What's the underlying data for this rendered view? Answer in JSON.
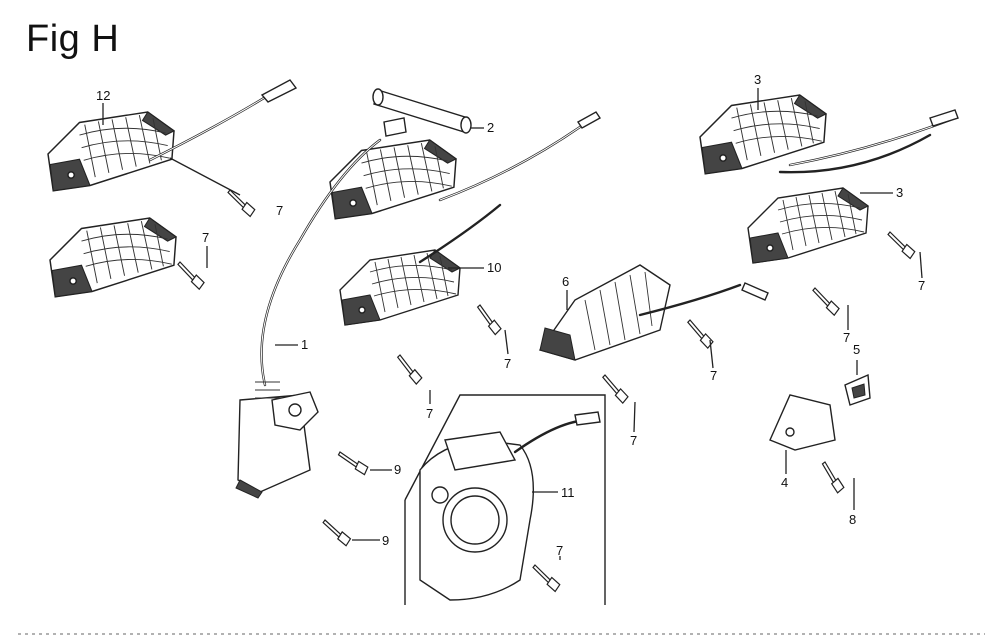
{
  "figure": {
    "title": "Fig H"
  },
  "callouts": [
    {
      "id": "c12",
      "label": "12"
    },
    {
      "id": "c7a",
      "label": "7"
    },
    {
      "id": "c7b",
      "label": "7"
    },
    {
      "id": "c2",
      "label": "2"
    },
    {
      "id": "c10",
      "label": "10"
    },
    {
      "id": "c1",
      "label": "1"
    },
    {
      "id": "c7c",
      "label": "7"
    },
    {
      "id": "c7d",
      "label": "7"
    },
    {
      "id": "c9a",
      "label": "9"
    },
    {
      "id": "c9b",
      "label": "9"
    },
    {
      "id": "c6",
      "label": "6"
    },
    {
      "id": "c7e",
      "label": "7"
    },
    {
      "id": "c7f",
      "label": "7"
    },
    {
      "id": "c3a",
      "label": "3"
    },
    {
      "id": "c3b",
      "label": "3"
    },
    {
      "id": "c7g",
      "label": "7"
    },
    {
      "id": "c7h",
      "label": "7"
    },
    {
      "id": "c5",
      "label": "5"
    },
    {
      "id": "c4",
      "label": "4"
    },
    {
      "id": "c8",
      "label": "8"
    },
    {
      "id": "c11",
      "label": "11"
    },
    {
      "id": "c7i",
      "label": "7"
    }
  ]
}
